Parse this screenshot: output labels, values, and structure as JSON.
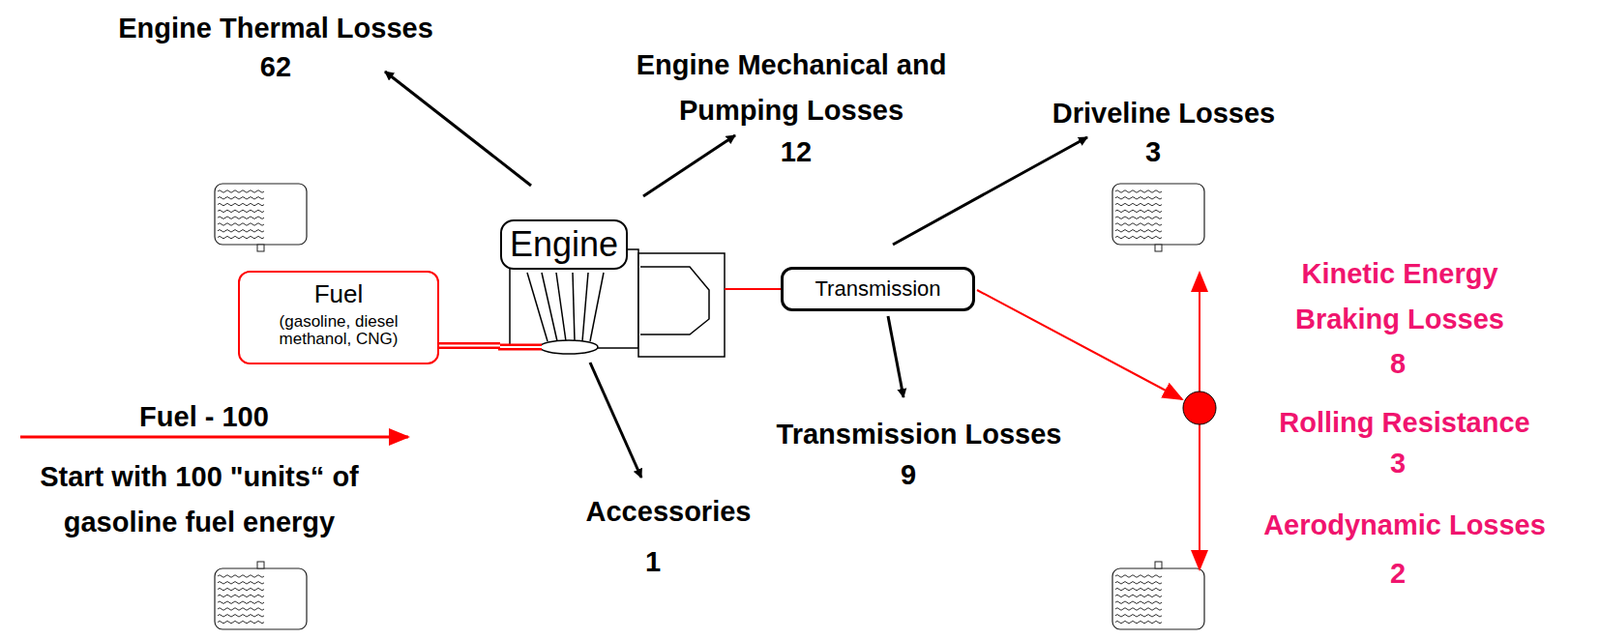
{
  "diagram": {
    "nodes": [
      {
        "text": [
          "Engine"
        ]
      },
      {
        "text": [
          "Fuel",
          "(gasoline, diesel methanol, CNG)"
        ]
      },
      {
        "text": [
          "Transmission"
        ]
      }
    ],
    "edges": [
      {
        "from": 1,
        "to": 0,
        "arrow": "none"
      },
      {
        "from": 0,
        "to": 2,
        "arrow": "none"
      }
    ],
    "labels": [
      "Engine Thermal Losses",
      "62",
      "Engine Mechanical and Pumping Losses",
      "12",
      "Driveline Losses",
      "3",
      "Kinetic Energy Braking Losses",
      "8",
      "Rolling Resistance",
      "3",
      "Aerodynamic Losses",
      "2",
      "Transmission Losses",
      "9",
      "Accessories",
      "1",
      "Fuel - 100",
      "Start with 100 \"units“ of gasoline fuel energy"
    ]
  }
}
